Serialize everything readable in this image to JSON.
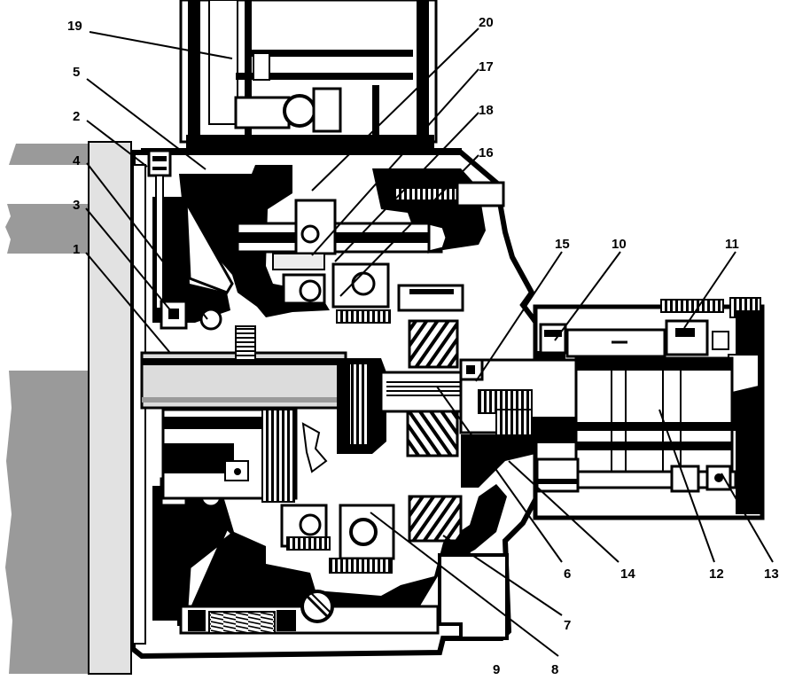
{
  "figure": {
    "colors": {
      "ink": "#000000",
      "paper": "#ffffff",
      "wall": "#9a9a9a",
      "panel": "#e2e2e2",
      "shaft": "#dcdcdc",
      "mid": "#bfbfbf"
    },
    "callouts": [
      {
        "number": "1"
      },
      {
        "number": "2"
      },
      {
        "number": "3"
      },
      {
        "number": "4"
      },
      {
        "number": "5"
      },
      {
        "number": "6"
      },
      {
        "number": "7"
      },
      {
        "number": "8"
      },
      {
        "number": "9"
      },
      {
        "number": "10"
      },
      {
        "number": "11"
      },
      {
        "number": "12"
      },
      {
        "number": "13"
      },
      {
        "number": "14"
      },
      {
        "number": "15"
      },
      {
        "number": "16"
      },
      {
        "number": "17"
      },
      {
        "number": "18"
      },
      {
        "number": "19"
      },
      {
        "number": "20"
      }
    ]
  }
}
